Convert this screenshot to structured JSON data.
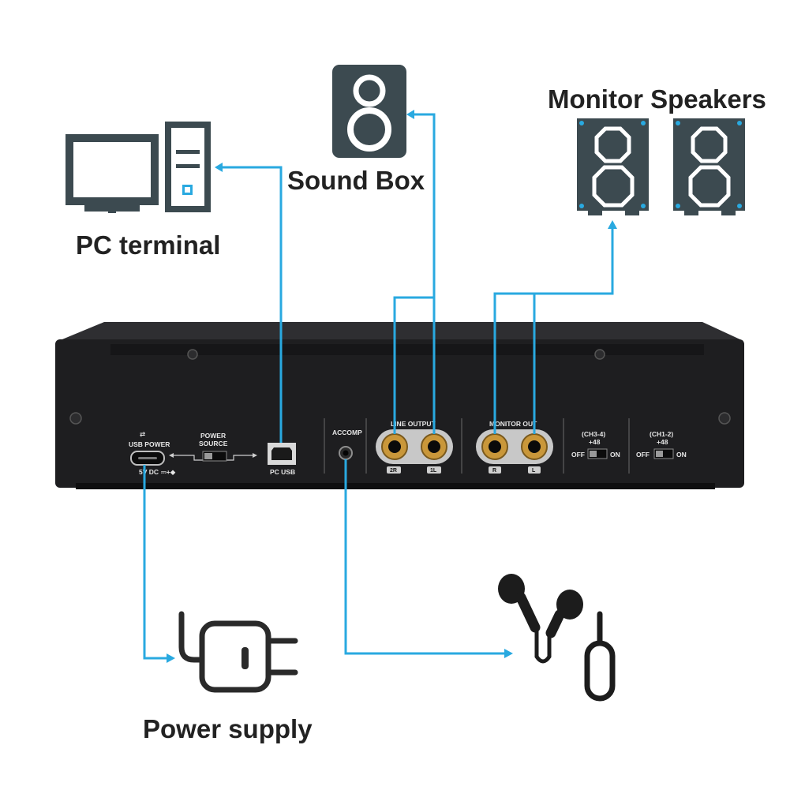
{
  "labels": {
    "pc_terminal": "PC terminal",
    "sound_box": "Sound Box",
    "monitor_speakers": "Monitor Speakers",
    "power_supply": "Power supply"
  },
  "panel": {
    "usb_power": "USB POWER",
    "dc_rating": "5V DC",
    "power_source_line1": "POWER",
    "power_source_line2": "SOURCE",
    "pc_usb": "PC USB",
    "accomp": "ACCOMP",
    "line_output": "LINE OUTPUT",
    "line_2r": "2R",
    "line_1l": "1L",
    "monitor_out": "MONITOR OUT",
    "mon_r": "R",
    "mon_l": "L",
    "ch34": "(CH3-4)",
    "ch34_phantom": "+48",
    "ch12": "(CH1-2)",
    "ch12_phantom": "+48",
    "off": "OFF",
    "on": "ON"
  },
  "colors": {
    "cable": "#29a9e0",
    "icon_dark": "#3c4a50",
    "device_body": "#1e1e20",
    "jack_gold": "#c9973a"
  },
  "icons": [
    "monitor-icon",
    "pc-tower-icon",
    "speaker-icon",
    "monitor-speaker-icon",
    "power-plug-icon",
    "earphones-icon",
    "jack-plug-icon"
  ]
}
